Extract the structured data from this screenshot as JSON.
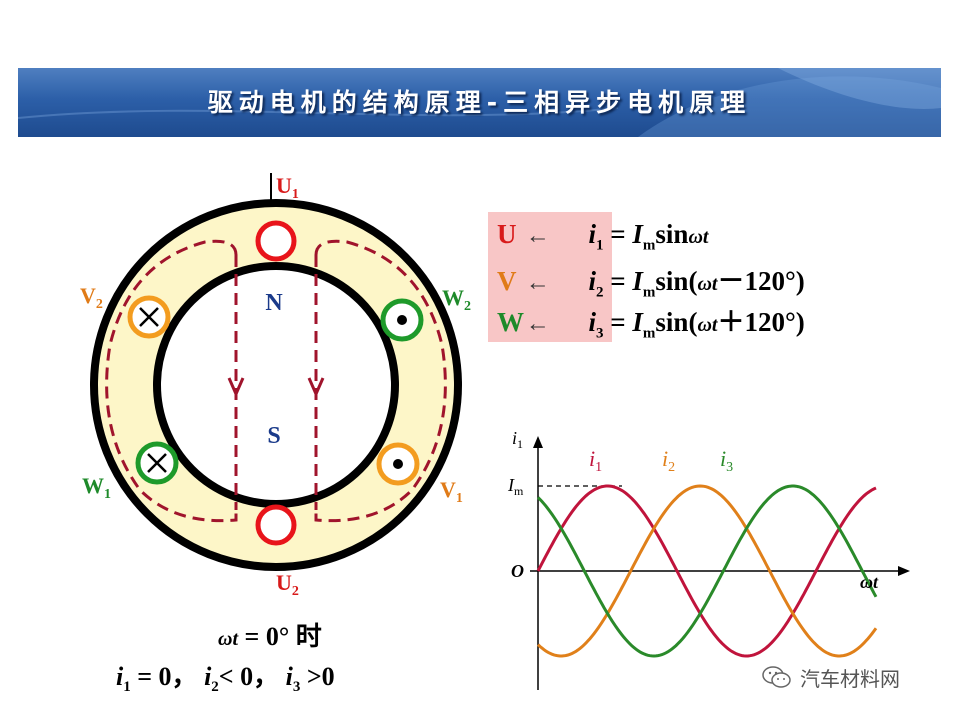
{
  "title": "驱动电机的结构原理-三相异步电机原理",
  "motor": {
    "terminals": {
      "u1": "U",
      "u2": "U",
      "v1": "V",
      "v2": "V",
      "w1": "W",
      "w2": "W",
      "sub1": "1",
      "sub2": "2"
    },
    "poles": {
      "north": "N",
      "south": "S"
    }
  },
  "formulas": [
    {
      "phase": "U",
      "arrow": "←",
      "i": "i",
      "sub": "1",
      "eq": " = ",
      "im": "I",
      "im_sub": "m",
      "fn": "sin",
      "wt": "ωt",
      "tail": ""
    },
    {
      "phase": "V",
      "arrow": "←",
      "i": "i",
      "sub": "2",
      "eq": " = ",
      "im": "I",
      "im_sub": "m",
      "fn": "sin(",
      "wt": "ωt",
      "tail": "－120°)"
    },
    {
      "phase": "W",
      "arrow": "←",
      "i": "i",
      "sub": "3",
      "eq": " = ",
      "im": "I",
      "im_sub": "m",
      "fn": "sin(",
      "wt": "ωt",
      "tail": "＋120°)"
    }
  ],
  "waveform": {
    "y_axis_label": "i",
    "y_axis_sub": "1",
    "x_axis_label": "ωt",
    "origin_label": "O",
    "amplitude_label": "I",
    "amplitude_sub": "m",
    "legend": [
      {
        "name": "i",
        "sub": "1",
        "color": "#c0143c"
      },
      {
        "name": "i",
        "sub": "2",
        "color": "#e0801a"
      },
      {
        "name": "i",
        "sub": "3",
        "color": "#2a8a2a"
      }
    ]
  },
  "captions": {
    "line1_wt": "ωt",
    "line1_rest": " = 0° 时",
    "line2": [
      {
        "i": "i",
        "sub": "1",
        "rel": " = 0，"
      },
      {
        "i": "i",
        "sub": "2",
        "rel": "< 0，"
      },
      {
        "i": "i",
        "sub": "3",
        "rel": " >0"
      }
    ]
  },
  "colors": {
    "u_phase": "#e8141a",
    "v_phase": "#f39c1f",
    "w_phase": "#1e9a2a",
    "flux_lines": "#a0142c",
    "stator_fill": "#fdf6c8",
    "formula_bg": "#f8c6c6",
    "label_v": "#e07b18",
    "label_w": "#1e8a2a",
    "label_u": "#d81a1a",
    "label_n_s": "#1a3a8a"
  },
  "watermark": {
    "text": "汽车材料网",
    "icon": "wechat-icon"
  }
}
